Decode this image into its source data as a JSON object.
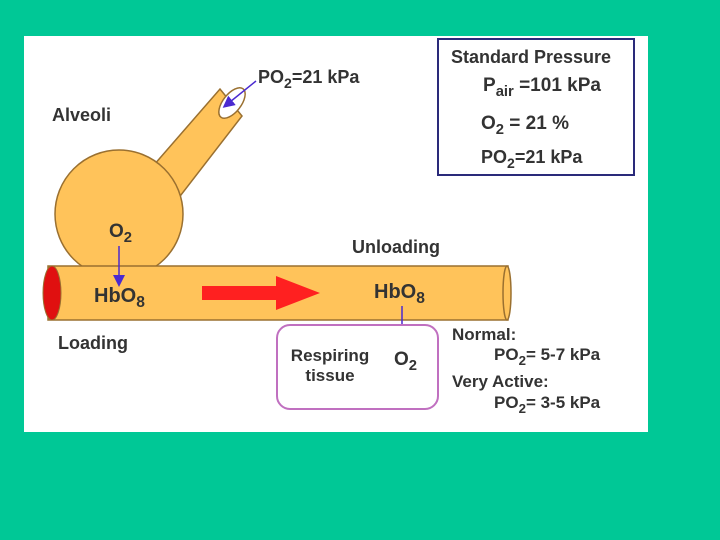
{
  "colors": {
    "background": "#00c896",
    "vessel": "#ffc35a",
    "vessel_outline": "#9a7030",
    "vessel_end": "#e01010",
    "flow_arrow": "#ff2020",
    "pointer_arrow": "#4a2ad0",
    "standard_box_border": "#2a2a7a",
    "tissue_box_border": "#c070c0"
  },
  "alveoli": {
    "label": "Alveoli",
    "po2": {
      "main": "PO",
      "sub": "2",
      "rest": "=21 kPa"
    },
    "o2": {
      "main": "O",
      "sub": "2"
    }
  },
  "standard_pressure": {
    "title": "Standard Pressure",
    "p_air": {
      "main": "P",
      "sub": "air",
      "rest": " =101 kPa"
    },
    "o2_percent": {
      "main": "O",
      "sub": "2",
      "rest": " = 21 %"
    },
    "po2": {
      "main": "PO",
      "sub": "2",
      "rest": "=21 kPa"
    }
  },
  "vessel": {
    "loading_label": "Loading",
    "unloading_label": "Unloading",
    "hbo8_loading": {
      "main": "HbO",
      "sub": "8"
    },
    "hbo8_unloading": {
      "main": "HbO",
      "sub": "8"
    }
  },
  "tissue": {
    "label_line1": "Respiring",
    "label_line2": "tissue",
    "o2": {
      "main": "O",
      "sub": "2"
    }
  },
  "levels": {
    "normal_label": "Normal:",
    "normal_po2": {
      "main": "PO",
      "sub": "2",
      "rest": "= 5-7 kPa"
    },
    "active_label": "Very Active:",
    "active_po2": {
      "main": "PO",
      "sub": "2",
      "rest": "= 3-5 kPa"
    }
  }
}
